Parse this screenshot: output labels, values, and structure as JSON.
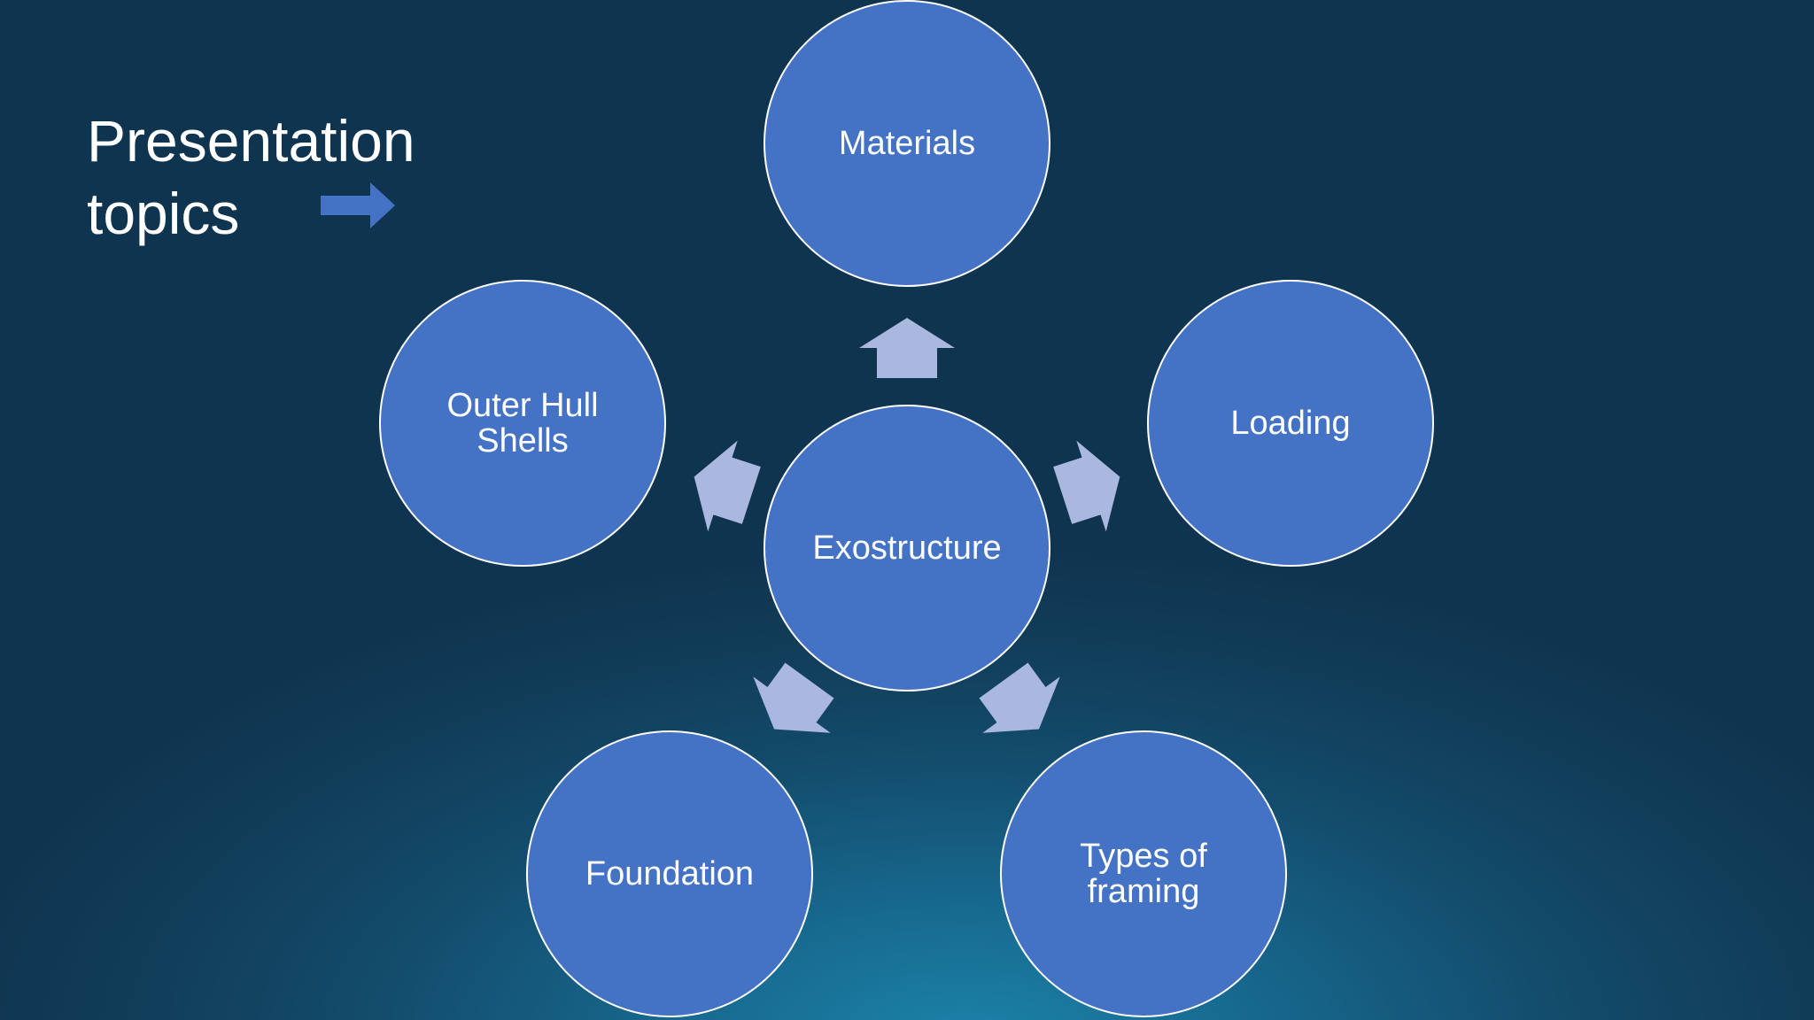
{
  "slide": {
    "title_lines": [
      "Presentation",
      "topics"
    ]
  },
  "diagram": {
    "center": "Exostructure",
    "nodes": {
      "materials": "Materials",
      "loading": "Loading",
      "types_of_framing": "Types of\nframing",
      "foundation": "Foundation",
      "outer_hull_shells": "Outer Hull\nShells"
    }
  },
  "colors": {
    "node_fill": "#4472c4",
    "node_border": "#ffffff",
    "connector_arrow": "#aab7df",
    "title_arrow": "#4472c4",
    "text": "#ffffff"
  },
  "icons": {
    "title_arrow": "right-arrow-icon",
    "connector": "block-arrow-icon"
  }
}
